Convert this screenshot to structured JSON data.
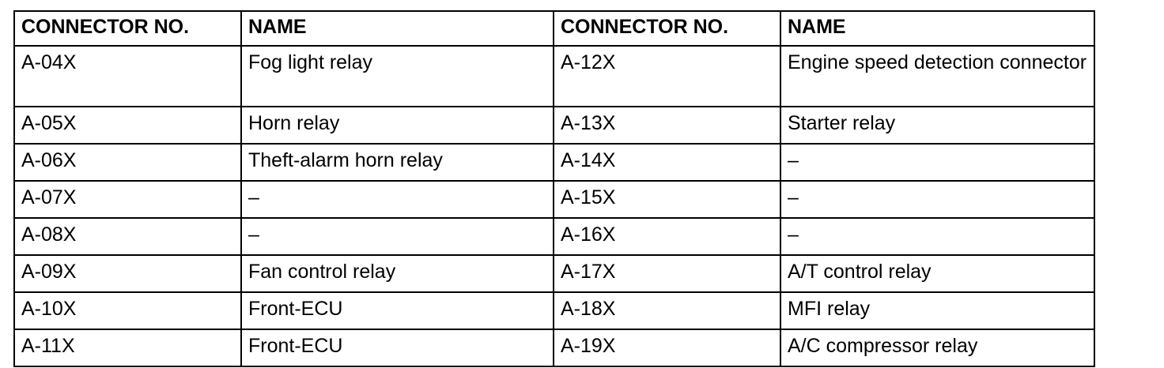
{
  "table": {
    "headers": [
      "CONNECTOR NO.",
      "NAME",
      "CONNECTOR NO.",
      "NAME"
    ],
    "rows": [
      [
        "A-04X",
        "Fog light relay",
        "A-12X",
        "Engine speed detection connector"
      ],
      [
        "A-05X",
        "Horn relay",
        "A-13X",
        "Starter relay"
      ],
      [
        "A-06X",
        "Theft-alarm horn relay",
        "A-14X",
        "–"
      ],
      [
        "A-07X",
        "–",
        "A-15X",
        "–"
      ],
      [
        "A-08X",
        "–",
        "A-16X",
        "–"
      ],
      [
        "A-09X",
        "Fan control relay",
        "A-17X",
        "A/T control relay"
      ],
      [
        "A-10X",
        "Front-ECU",
        "A-18X",
        "MFI relay"
      ],
      [
        "A-11X",
        "Front-ECU",
        "A-19X",
        "A/C compressor relay"
      ]
    ]
  }
}
